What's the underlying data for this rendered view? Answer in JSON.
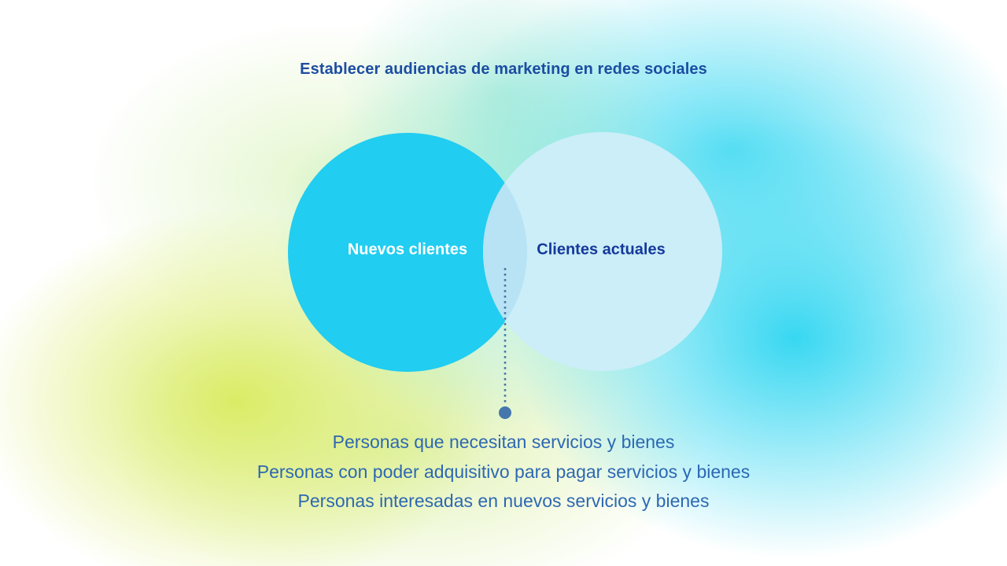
{
  "title": "Establecer audiencias de marketing en redes sociales",
  "venn": {
    "left_circle": {
      "label": "Nuevos clientes",
      "color": "#21cdf0",
      "label_color": "#ffffff"
    },
    "right_circle": {
      "label": "Clientes actuales",
      "color": "#cbeef8",
      "label_color": "#15389b"
    },
    "overlap": {
      "color": "#b7e3f4"
    }
  },
  "connector": {
    "line_color": "#4a76a8",
    "dot_color": "#4577ad"
  },
  "annotations": {
    "color": "#2d68b2",
    "lines": [
      "Personas que necesitan servicios y bienes",
      "Personas con poder adquisitivo para pagar servicios y bienes",
      "Personas interesadas en nuevos servicios y bienes"
    ]
  },
  "colors": {
    "title": "#1c4da1",
    "labelLeft": "#ffffff",
    "labelRight": "#15389b",
    "notes": "#2d68b2",
    "bg_lime": "#d9eb5f",
    "bg_cyan": "#31d6f1",
    "bg_white": "#ffffff"
  }
}
